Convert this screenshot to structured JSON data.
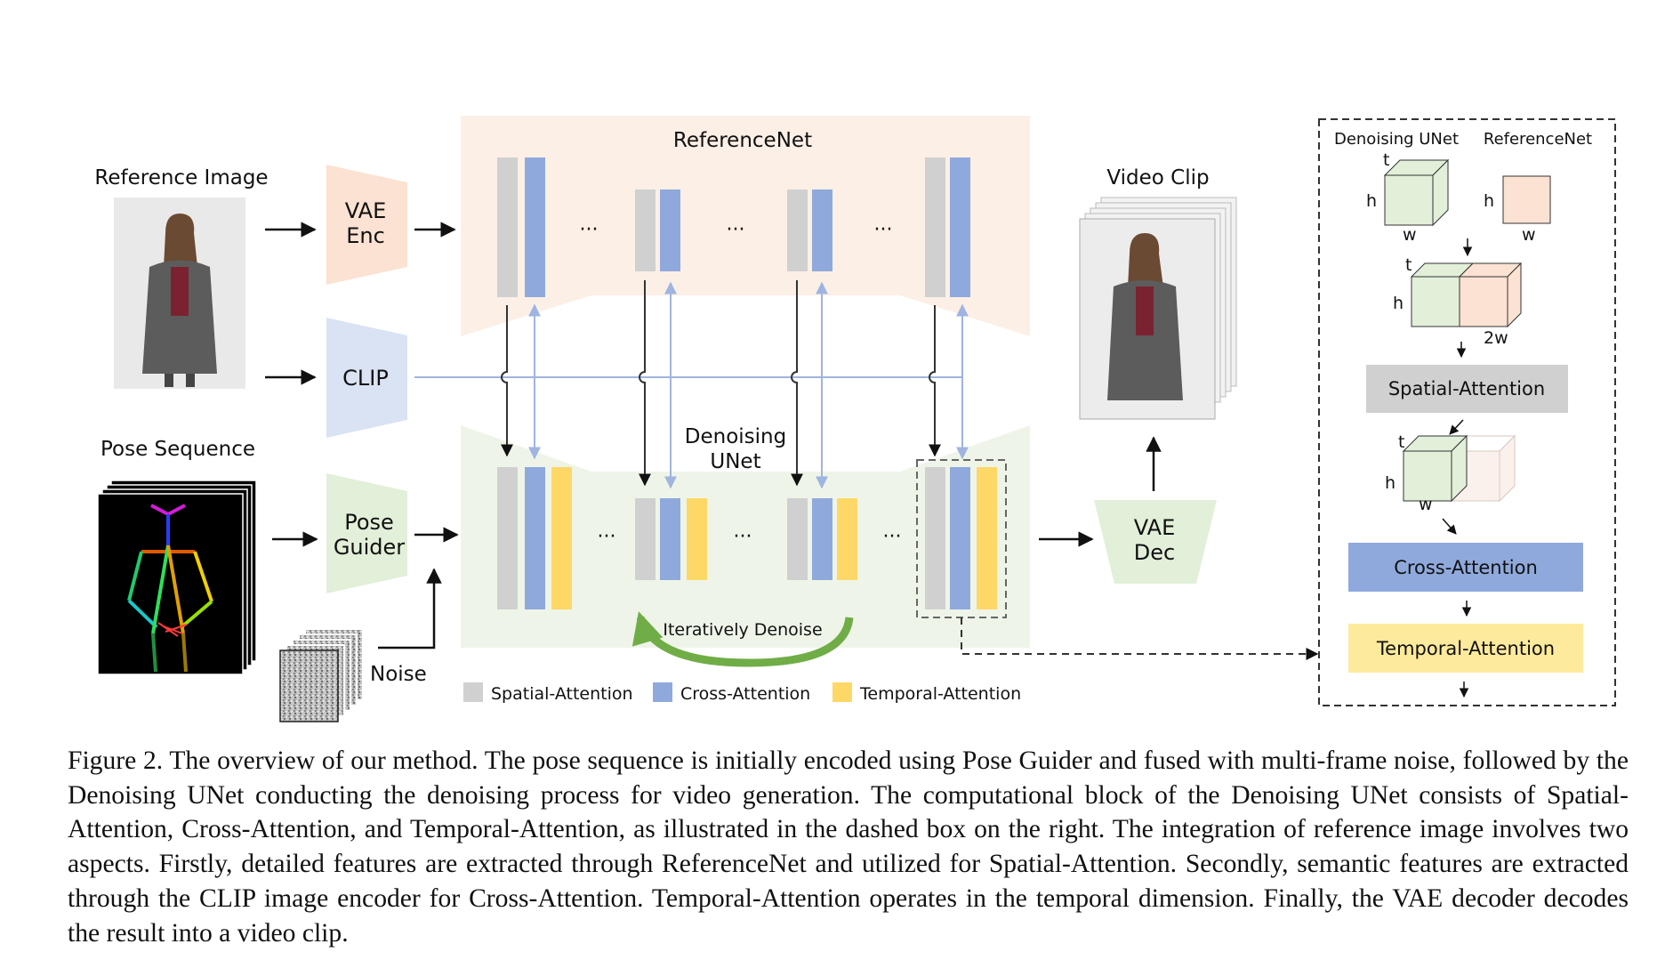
{
  "diagram": {
    "reference_image_label": "Reference Image",
    "pose_sequence_label": "Pose Sequence",
    "noise_label": "Noise",
    "vae_enc_label": [
      "VAE",
      "Enc"
    ],
    "clip_label": "CLIP",
    "pose_guider_label": [
      "Pose",
      "Guider"
    ],
    "referencenet_label": "ReferenceNet",
    "denoising_unet_label": [
      "Denoising",
      "UNet"
    ],
    "iteratively_denoise_label": "Iteratively Denoise",
    "video_clip_label": "Video Clip",
    "vae_dec_label": [
      "VAE",
      "Dec"
    ],
    "ellipsis": "···",
    "legend": [
      {
        "label": "Spatial-Attention",
        "color": "#d0d0d0"
      },
      {
        "label": "Cross-Attention",
        "color": "#8fa9dc"
      },
      {
        "label": "Temporal-Attention",
        "color": "#fdd867"
      }
    ],
    "colors": {
      "referencenet_bg": "#fcefe6",
      "unet_bg": "#eef5e8",
      "vae_enc": "#fbe2d2",
      "clip": "#dae3f3",
      "pose_guider": "#e2efd9",
      "vae_dec": "#e2efd9",
      "arrow_green": "#70ad47"
    }
  },
  "detail_box": {
    "denoising_unet_label": "Denoising UNet",
    "referencenet_label": "ReferenceNet",
    "dims": {
      "t": "t",
      "h": "h",
      "w": "w",
      "two_w": "2w"
    },
    "spatial_attention": "Spatial-Attention",
    "cross_attention": "Cross-Attention",
    "temporal_attention": "Temporal-Attention"
  },
  "caption": "Figure 2. The overview of our method. The pose sequence is initially encoded using Pose Guider and fused with multi-frame noise, followed by the Denoising UNet conducting the denoising process for video generation. The computational block of the Denoising UNet consists of Spatial-Attention, Cross-Attention, and Temporal-Attention, as illustrated in the dashed box on the right. The integration of reference image involves two aspects. Firstly, detailed features are extracted through ReferenceNet and utilized for Spatial-Attention. Secondly, semantic features are extracted through the CLIP image encoder for Cross-Attention. Temporal-Attention operates in the temporal dimension. Finally, the VAE decoder decodes the result into a video clip."
}
